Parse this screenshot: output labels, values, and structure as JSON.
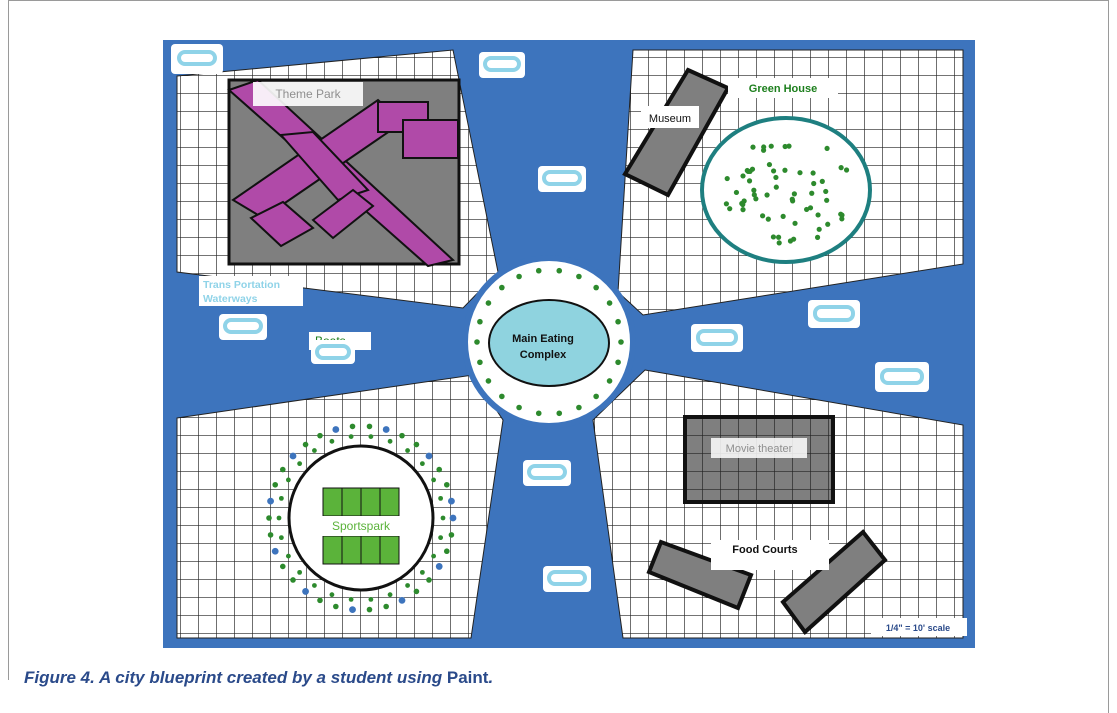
{
  "figure": {
    "caption_lead": "Figure 4. A city blueprint created by a student using ",
    "caption_app": "Paint",
    "caption_end": "."
  },
  "map": {
    "labels": {
      "theme_park": "Theme Park",
      "green_house": "Green House",
      "museum": "Museum",
      "transport_line1": "Trans Portation",
      "transport_line2": "Waterways",
      "boats": "Boats",
      "main_eating_line1": "Main Eating",
      "main_eating_line2": "Complex",
      "movie_theater": "Movie theater",
      "sportspark": "Sportspark",
      "food_courts": "Food Courts",
      "scale": "1/4\" = 10' scale"
    },
    "colors": {
      "water": "#3d74bd",
      "grid_line": "#222222",
      "building": "#7f7f7f",
      "theme_park_path": "#b04aa8",
      "green_house_ring": "#1e7f80",
      "tree": "#2d8a2d",
      "eating_complex": "#8fd3df",
      "sports_field": "#5bb33a",
      "boat": "#8fd3e8",
      "label_blue": "#8fd3e8",
      "label_green": "#1d7f1d"
    }
  }
}
